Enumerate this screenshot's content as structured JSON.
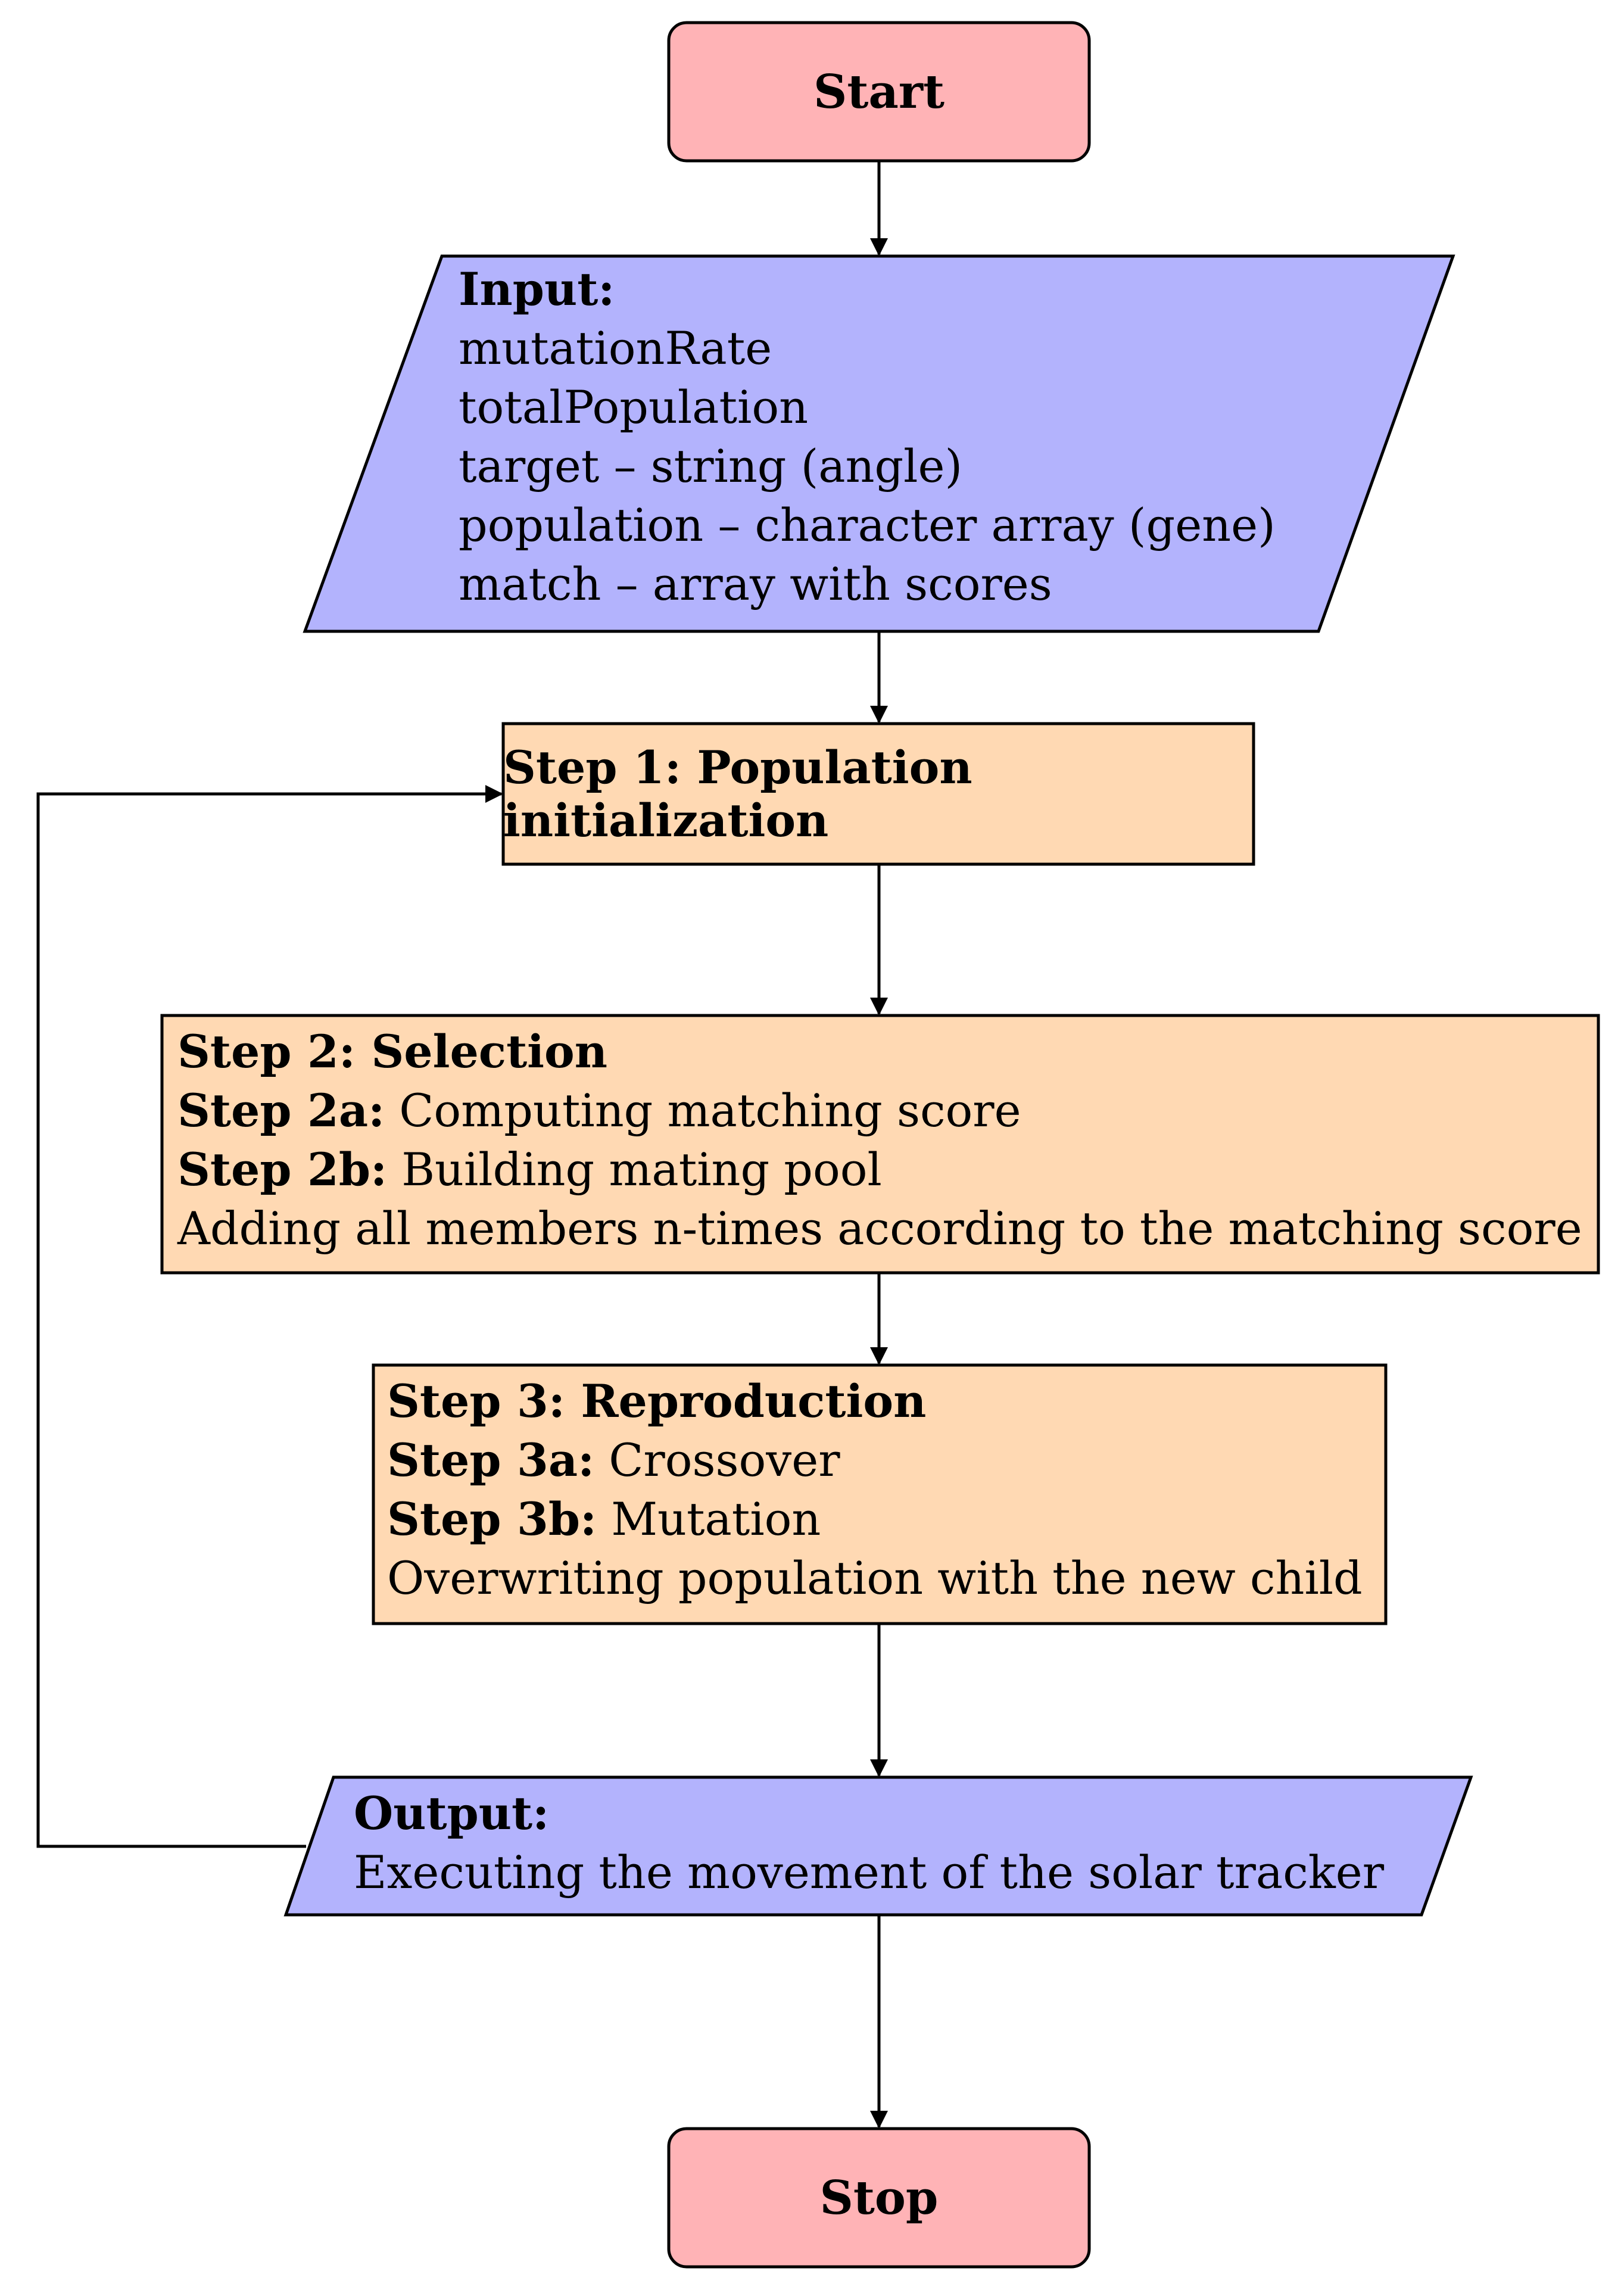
{
  "colors": {
    "terminal_fill": "#ffb3b6",
    "io_fill": "#b3b3fd",
    "process_fill": "#ffd9b3",
    "stroke": "#000000"
  },
  "start": {
    "label": "Start"
  },
  "input": {
    "heading": "Input:",
    "lines": [
      "mutationRate",
      "totalPopulation",
      "target – string (angle)",
      "population – character array (gene)",
      "match – array with scores"
    ]
  },
  "step1": {
    "label": "Step 1: Population initialization"
  },
  "step2": {
    "title_bold": "Step 2:  Selection",
    "line_a_bold": "Step 2a:",
    "line_a_text": " Computing matching score",
    "line_b_bold": "Step 2b:",
    "line_b_text": " Building mating pool",
    "line_c_text": "Adding all members n-times according to the matching score"
  },
  "step3": {
    "title_bold": "Step 3:  Reproduction",
    "line_a_bold": "Step 3a:",
    "line_a_text": " Crossover",
    "line_b_bold": "Step 3b:",
    "line_b_text": " Mutation",
    "line_c_text": "Overwriting population with the new child"
  },
  "output": {
    "heading": "Output:",
    "line": "Executing the movement of the solar tracker"
  },
  "stop": {
    "label": "Stop"
  }
}
